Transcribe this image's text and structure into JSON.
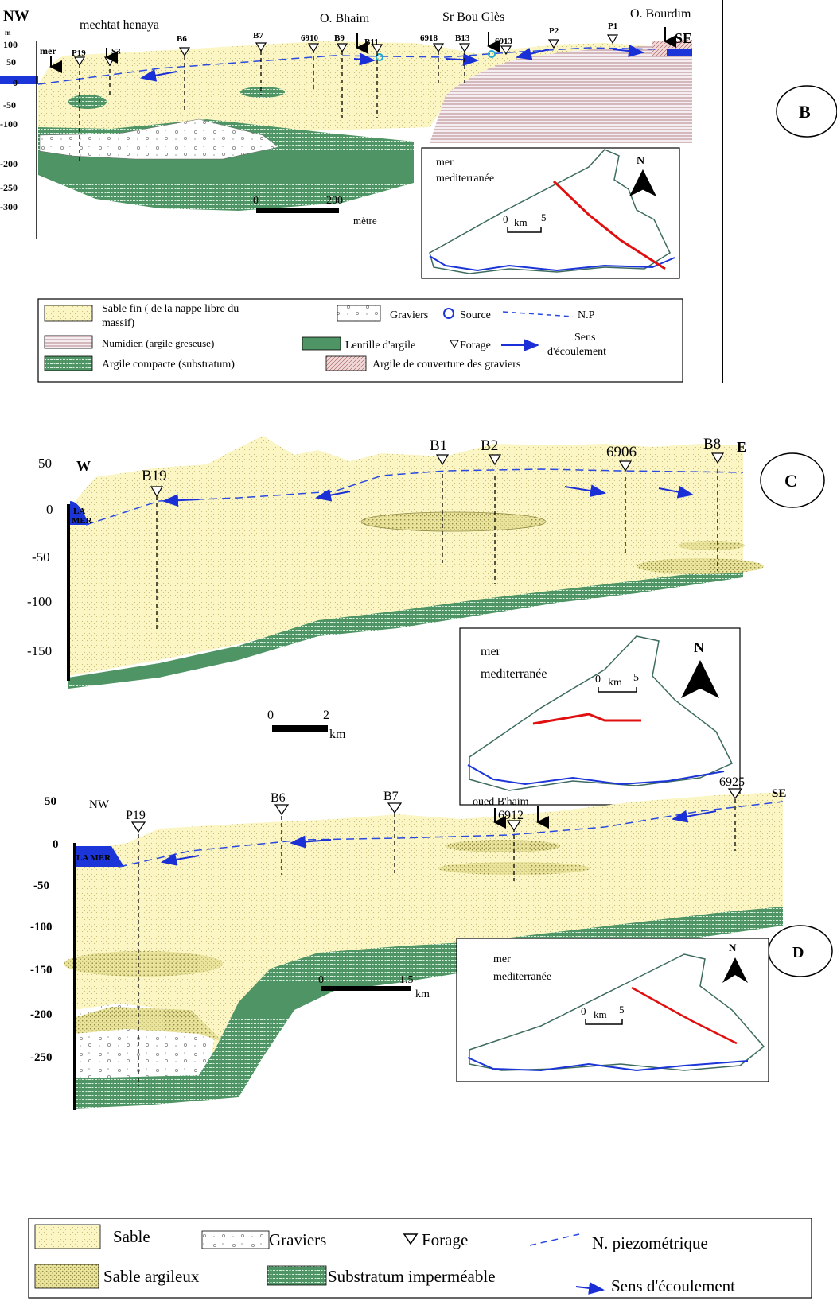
{
  "sectionB": {
    "letter": "B",
    "nw": "NW",
    "se": "SE",
    "m_unit": "m",
    "y_ticks": [
      "100",
      "50",
      "0",
      "-50",
      "-100",
      "-200",
      "-250",
      "-300"
    ],
    "top_labels": [
      "mechtat henaya",
      "O. Bhaim",
      "Sr Bou Glès",
      "O. Bourdim"
    ],
    "mer": "mer",
    "wells": [
      "P19",
      "S3",
      "B6",
      "B7",
      "6910",
      "B9",
      "B11",
      "6918",
      "B13",
      "6913",
      "P2",
      "P1"
    ],
    "scale": {
      "zero": "0",
      "max": "200",
      "unit": "mètre"
    },
    "inset": {
      "sea1": "mer",
      "sea2": "mediterranée",
      "north": "N",
      "km_zero": "0",
      "km_unit": "km",
      "km_max": "5"
    },
    "legend": {
      "sable_fin_1": "Sable fin ( de la nappe libre du",
      "sable_fin_2": "massif)",
      "graviers": "Graviers",
      "source": "Source",
      "np": "N.P",
      "numidien": "Numidien (argile greseuse)",
      "lentille": "Lentille d'argile",
      "forage": "Forage",
      "sens_1": "Sens",
      "sens_2": "d'écoulement",
      "argile_compacte": "Argile compacte (substratum)",
      "argile_couverture": "Argile de couverture des graviers"
    }
  },
  "sectionC": {
    "letter": "C",
    "w": "W",
    "e": "E",
    "y_ticks": [
      "50",
      "0",
      "-50",
      "-100",
      "-150"
    ],
    "sea_1": "LA",
    "sea_2": "MER",
    "wells": [
      "B19",
      "B1",
      "B2",
      "6906",
      "B8"
    ],
    "scale": {
      "zero": "0",
      "max": "2",
      "unit": "km"
    },
    "inset": {
      "sea1": "mer",
      "sea2": "mediterranée",
      "north": "N",
      "km_zero": "0",
      "km_unit": "km",
      "km_max": "5"
    }
  },
  "sectionD": {
    "letter": "D",
    "nw": "NW",
    "se": "SE",
    "y_ticks": [
      "50",
      "0",
      "-50",
      "-100",
      "-150",
      "-200",
      "-250"
    ],
    "sea": "LA MER",
    "oued": "oued B'haim",
    "wells": [
      "P19",
      "B6",
      "B7",
      "6912",
      "6925"
    ],
    "scale": {
      "zero": "0",
      "max": "1.5",
      "unit": "km"
    },
    "inset": {
      "sea1": "mer",
      "sea2": "mediterranée",
      "north": "N",
      "km_zero": "0",
      "km_unit": "km",
      "km_max": "5"
    }
  },
  "legend2": {
    "sable": "Sable",
    "graviers": "Graviers",
    "forage": "Forage",
    "piezo": "N. piezométrique",
    "sable_argileux": "Sable argileux",
    "substratum": "Substratum imperméable",
    "sens": "Sens d'écoulement"
  },
  "colors": {
    "sand": "#fbf6c4",
    "clay_lens": "#e9e39a",
    "substratum": "#3e8a55",
    "numidien": "#f4ecf2",
    "water": "#1b35d8",
    "flow": "#1b2fd6",
    "inset_coast": "#3d6b5f",
    "inset_section": "#e01010"
  }
}
